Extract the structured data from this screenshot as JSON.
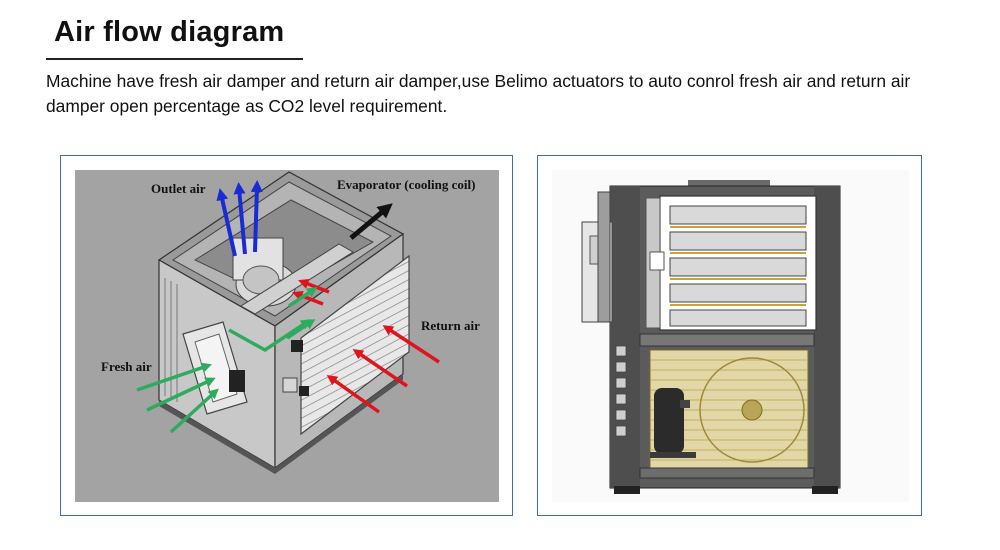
{
  "header": {
    "title": "Air flow diagram",
    "description": "Machine have fresh air damper and return air damper,use Belimo actuators to auto conrol fresh air and return air damper open percentage as CO2 level requirement."
  },
  "left_diagram": {
    "labels": {
      "outlet_air": "Outlet air",
      "evaporator": "Evaporator (cooling coil)",
      "return_air": "Return air",
      "fresh_air": "Fresh air"
    }
  },
  "colors": {
    "panel_border": "#3a6fb0",
    "outlet_arrow": "#1a2bd6",
    "return_arrow": "#e0141c",
    "fresh_arrow": "#2eab5e",
    "evap_arrow": "#111111"
  }
}
